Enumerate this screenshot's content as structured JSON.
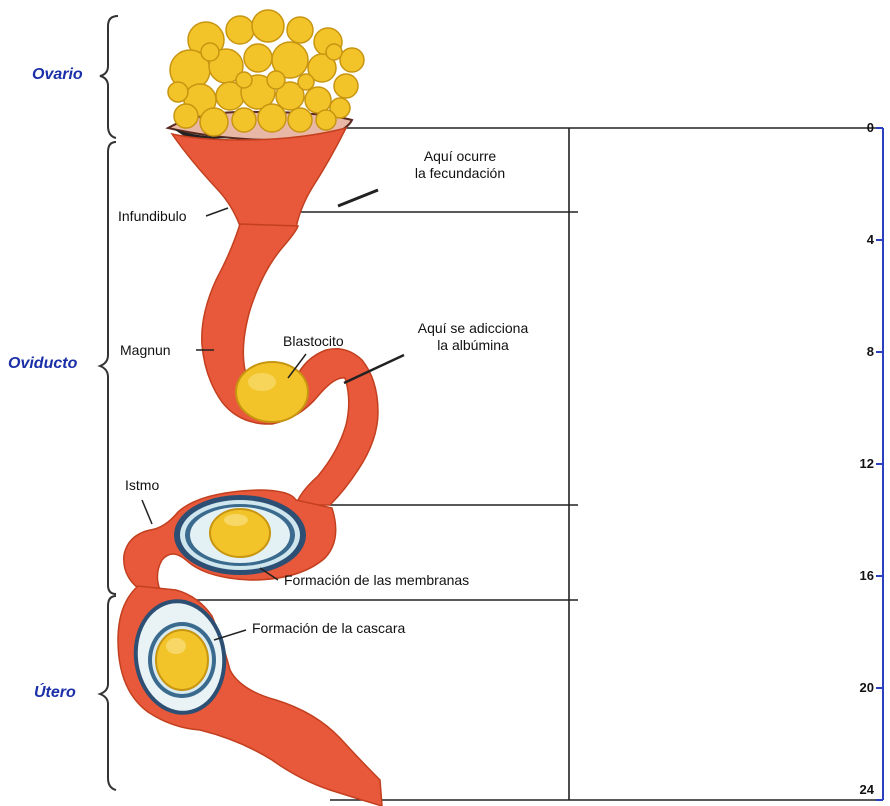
{
  "sections": {
    "ovario": "Ovario",
    "oviducto": "Oviducto",
    "utero": "Útero"
  },
  "callouts": {
    "infundibulo": "Infundibulo",
    "fecundacion_line1": "Aquí ocurre",
    "fecundacion_line2": "la fecundación",
    "magnun": "Magnun",
    "blastocito": "Blastocito",
    "albumina_line1": "Aquí se adicciona",
    "albumina_line2": "la albúmina",
    "istmo": "Istmo",
    "membranas": "Formación de las membranas",
    "cascara": "Formación de la cascara"
  },
  "time_axis": {
    "ticks": [
      "0",
      "4",
      "8",
      "12",
      "16",
      "20",
      "24"
    ]
  },
  "colors": {
    "oviduct": "#e8583a",
    "oviduct_dark": "#c2401f",
    "yolk": "#f3c42a",
    "yolk_edge": "#c79510",
    "label_blue": "#1a2fa8",
    "axis_blue": "#2a40c0"
  }
}
